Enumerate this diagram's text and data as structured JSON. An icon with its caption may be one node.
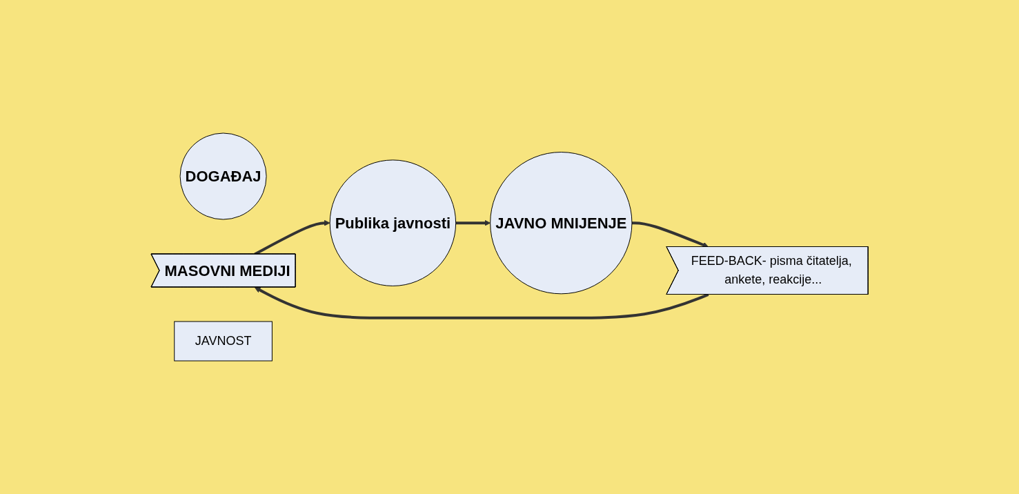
{
  "diagram": {
    "nodes": [
      {
        "text": [
          "DOGAĐAJ"
        ]
      },
      {
        "text": [
          "MASOVNI MEDIJI"
        ]
      },
      {
        "text": [
          "JAVNOST"
        ]
      },
      {
        "text": [
          "Publika javnosti"
        ]
      },
      {
        "text": [
          "JAVNO MNIJENJE"
        ]
      },
      {
        "text": [
          "FEED-BACK- pisma čitatelja, ankete, reakcije..."
        ]
      }
    ],
    "edges": [
      {
        "from": 1,
        "to": 3,
        "arrow": "to"
      },
      {
        "from": 3,
        "to": 4,
        "arrow": "to"
      },
      {
        "from": 4,
        "to": 5,
        "arrow": "to"
      },
      {
        "from": 5,
        "to": 1,
        "arrow": "to"
      }
    ]
  }
}
